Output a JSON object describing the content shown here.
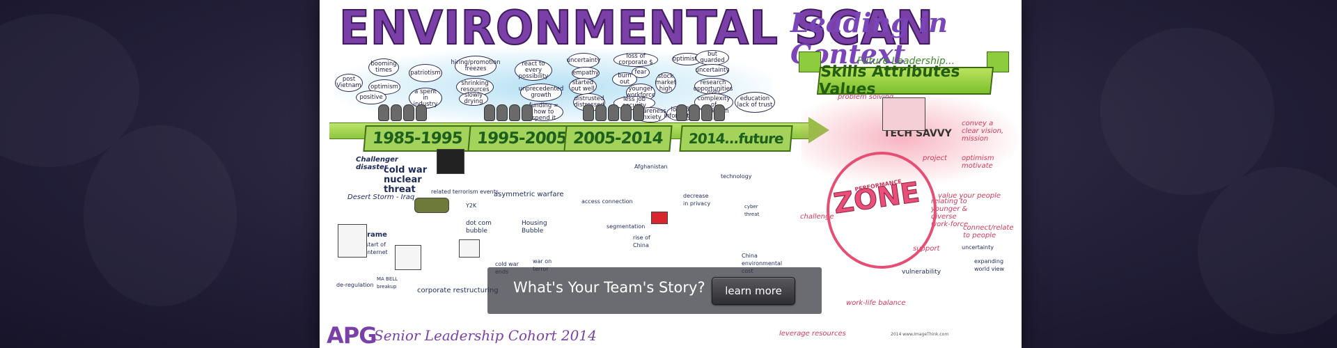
{
  "poster": {
    "title": "ENVIRONMENTAL SCAN",
    "subtitle": "Leading in Context",
    "future_label": "Future Leadership...",
    "ribbon": "Skills Attributes Values",
    "eras": [
      "1985-1995",
      "1995-2005",
      "2005-2014",
      "2014...future"
    ],
    "bubbles": [
      "booming times",
      "patriotism",
      "post Vietnam",
      "optimism",
      "positive",
      "a spent in industry",
      "hiring/promotion freezes",
      "shrinking resources",
      "slowly drying",
      "react to every possibility",
      "unprecedented growth",
      "funding = how to spend it",
      "uncertainty",
      "empathy",
      "started out well",
      "distrusted distressed",
      "loss of corporate $",
      "fear",
      "burn out",
      "younger workforce",
      "less job security",
      "stock market high",
      "awareness anxiety",
      "load of information",
      "optimistic",
      "but guarded",
      "uncertainty",
      "research opportunities",
      "over complexity of regulation",
      "education lack of trust"
    ],
    "notes": {
      "challenger": "Challenger disaster",
      "cold_war": "cold war nuclear threat",
      "desert_storm": "Desert Storm - Iraq",
      "terrorism": "related terrorism events",
      "asymmetric": "asymmetric warfare",
      "y2k": "Y2K",
      "dotcom": "dot com bubble",
      "housing": "Housing Bubble",
      "access": "access connection",
      "segmentation": "segmentation",
      "rise_china": "rise of China",
      "afghanistan": "Afghanistan",
      "decrease_privacy": "decrease in privacy",
      "technology": "technology",
      "cyber": "cyber threat",
      "mainframe": "mainframe",
      "internet": "start of internet",
      "deregulation": "de-regulation",
      "ma_bell": "MA BELL breakup",
      "corporate": "corporate restructuring",
      "war_terror": "war on terror",
      "cold_war_end": "cold war ends",
      "china_env": "China environmental cost",
      "tech_savvy": "TECH SAVVY",
      "problem_solving": "problem solving",
      "vision": "convey a clear vision, mission",
      "project": "project",
      "optimism": "optimism motivate",
      "value_people": "value your people",
      "relating": "relating to younger & diverse work-force",
      "connect": "connect/relate to people",
      "challenge": "challenge",
      "support": "support",
      "vulnerability": "vulnerability",
      "work_life": "work-life balance",
      "leverage": "leverage resources",
      "uncertainty": "uncertainty",
      "expanding": "expanding world view",
      "zone": "ZONE",
      "performance": "PERFORMANCE"
    },
    "footer_org": "APG",
    "footer_sub": "Senior Leadership Cohort 2014",
    "credit": "2014 www.ImageThink.com"
  },
  "overlay": {
    "headline": "What's Your Team's Story?",
    "button_label": "learn more"
  }
}
